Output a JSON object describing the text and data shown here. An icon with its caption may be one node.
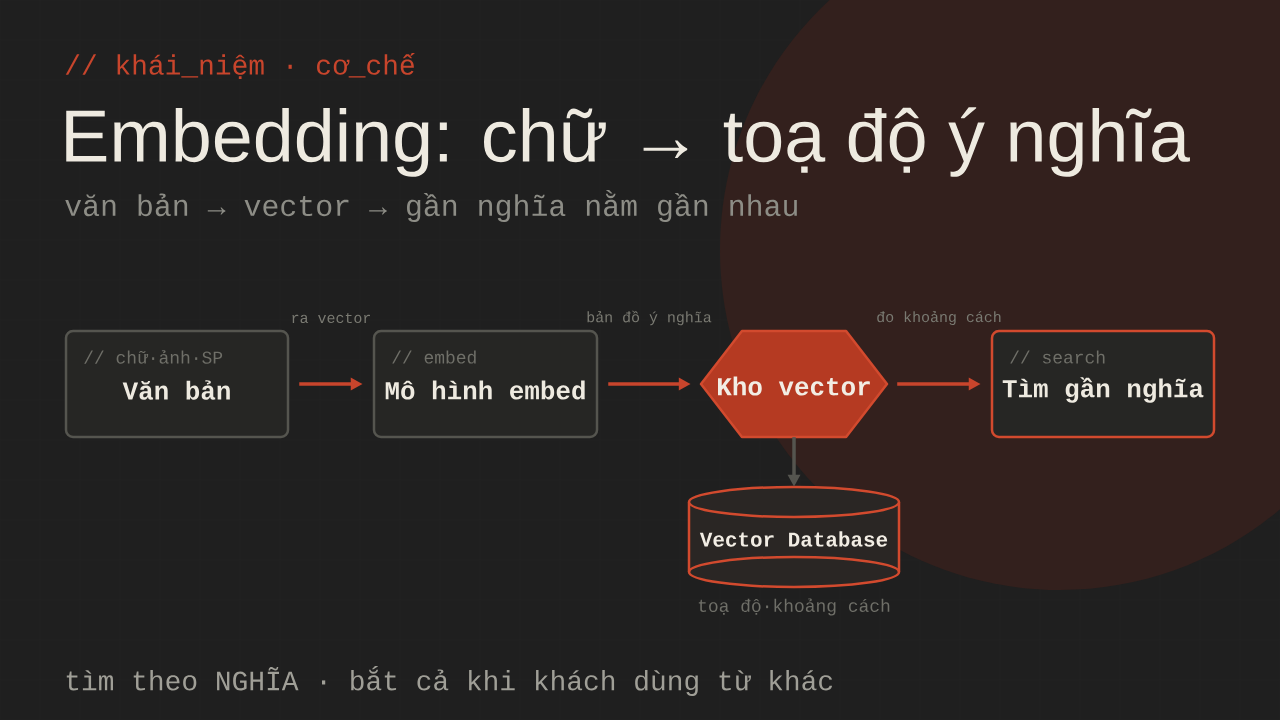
{
  "diagram": {
    "title": "Embedding: chữ → toạ độ ý nghĩa",
    "nodes": [
      {
        "text": [
          "// chữ·ảnh·SP",
          "Văn bản"
        ]
      },
      {
        "text": [
          "// embed",
          "Mô hình embed"
        ]
      },
      {
        "text": [
          "Kho vector"
        ]
      },
      {
        "text": [
          "// search",
          "Tìm gần nghĩa"
        ]
      },
      {
        "text": [
          "Vector Database"
        ],
        "beside": [
          "toạ độ·khoảng cách"
        ]
      }
    ],
    "edges": [
      {
        "from": 0,
        "to": 1,
        "arrow": "to",
        "label": "ra vector"
      },
      {
        "from": 1,
        "to": 2,
        "arrow": "to",
        "label": "bản đồ ý nghĩa"
      },
      {
        "from": 2,
        "to": 3,
        "arrow": "to",
        "label": "đo khoảng cách"
      },
      {
        "from": 2,
        "to": 4,
        "arrow": "to",
        "color": "#55554f"
      }
    ],
    "labels": [
      "// khái_niệm · cơ_chế",
      "văn bản → vector → gần nghĩa nằm gần nhau",
      "tìm theo NGHĨA · bắt cả khi khách dùng từ khác"
    ]
  }
}
